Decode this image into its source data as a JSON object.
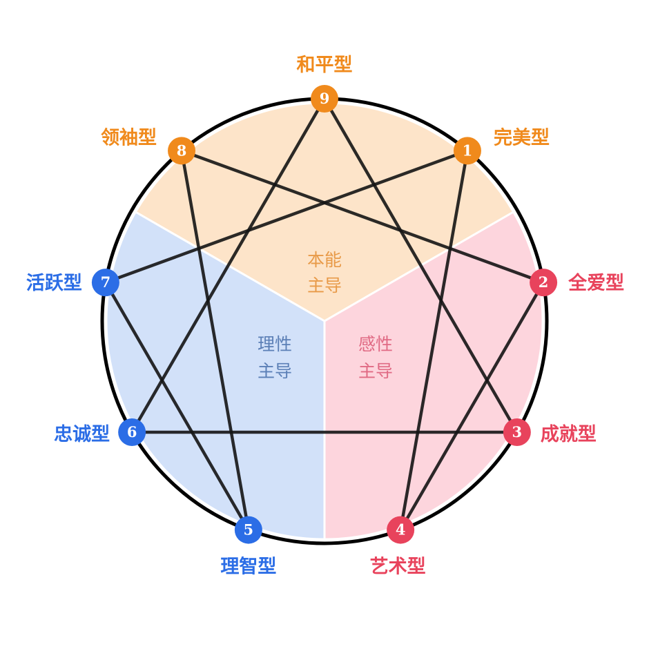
{
  "colors": {
    "instinct": "#f08a1c",
    "thinking": "#2b6de6",
    "feeling": "#e8435c",
    "instinct_fill": "#fde4c9",
    "thinking_fill": "#d2e1f9",
    "feeling_fill": "#fdd5dd",
    "lines": "#141414"
  },
  "centers": {
    "instinct": {
      "line1": "本能",
      "line2": "主导"
    },
    "thinking": {
      "line1": "理性",
      "line2": "主导"
    },
    "feeling": {
      "line1": "感性",
      "line2": "主导"
    }
  },
  "types": [
    {
      "number": "1",
      "name": "完美型",
      "center": "instinct"
    },
    {
      "number": "2",
      "name": "全爱型",
      "center": "feeling"
    },
    {
      "number": "3",
      "name": "成就型",
      "center": "feeling"
    },
    {
      "number": "4",
      "name": "艺术型",
      "center": "feeling"
    },
    {
      "number": "5",
      "name": "理智型",
      "center": "thinking"
    },
    {
      "number": "6",
      "name": "忠诚型",
      "center": "thinking"
    },
    {
      "number": "7",
      "name": "活跃型",
      "center": "thinking"
    },
    {
      "number": "8",
      "name": "领袖型",
      "center": "instinct"
    },
    {
      "number": "9",
      "name": "和平型",
      "center": "instinct"
    }
  ],
  "connections": [
    [
      9,
      3
    ],
    [
      3,
      6
    ],
    [
      6,
      9
    ],
    [
      1,
      4
    ],
    [
      4,
      2
    ],
    [
      2,
      8
    ],
    [
      8,
      5
    ],
    [
      5,
      7
    ],
    [
      7,
      1
    ]
  ]
}
